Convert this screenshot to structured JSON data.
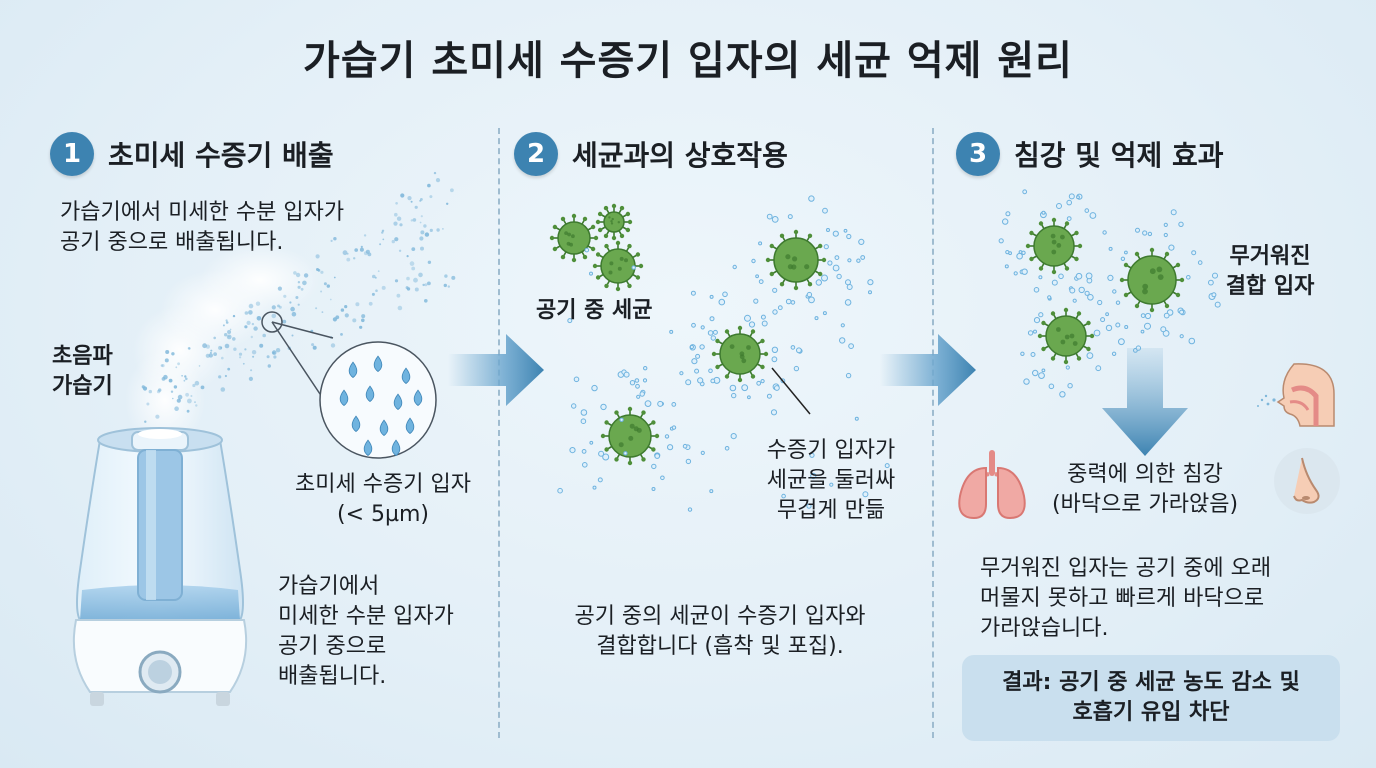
{
  "title": "가습기 초미세 수증기 입자의 세균 억제 원리",
  "steps": [
    {
      "number": "1",
      "title": "초미세 수증기 배출",
      "description": [
        "가습기에서 미세한 수분 입자가",
        "공기 중으로 배출됩니다."
      ],
      "device_label": [
        "초음파",
        "가습기"
      ],
      "particle_label": [
        "초미세 수증기 입자",
        "(< 5µm)"
      ],
      "detail": [
        "가습기에서",
        "미세한 수분 입자가",
        "공기 중으로",
        "배출됩니다."
      ]
    },
    {
      "number": "2",
      "title": "세균과의 상호작용",
      "bacteria_label": "공기 중 세균",
      "interaction_label": [
        "수증기 입자가",
        "세균을 둘러싸",
        "무겁게 만듦"
      ],
      "description": [
        "공기 중의 세균이 수증기 입자와",
        "결합합니다 (흡착 및 포집)."
      ]
    },
    {
      "number": "3",
      "title": "침강 및 억제 효과",
      "heavy_label": [
        "무거워진",
        "결합 입자"
      ],
      "gravity_label": [
        "중력에 의한 침강",
        "(바닥으로 가라앉음)"
      ],
      "description": [
        "무거워진 입자는 공기 중에 오래",
        "머물지 못하고 빠르게 바닥으로",
        "가라앉습니다."
      ],
      "result": [
        "결과: 공기 중 세균 농도 감소 및",
        "호흡기 유입 차단"
      ]
    }
  ],
  "colors": {
    "accent": "#3d83b1",
    "bacteria": "#6aa84f",
    "droplet": "#6fb3df",
    "arrow": "#6fa8cf",
    "organ": "#f0a9a4"
  }
}
